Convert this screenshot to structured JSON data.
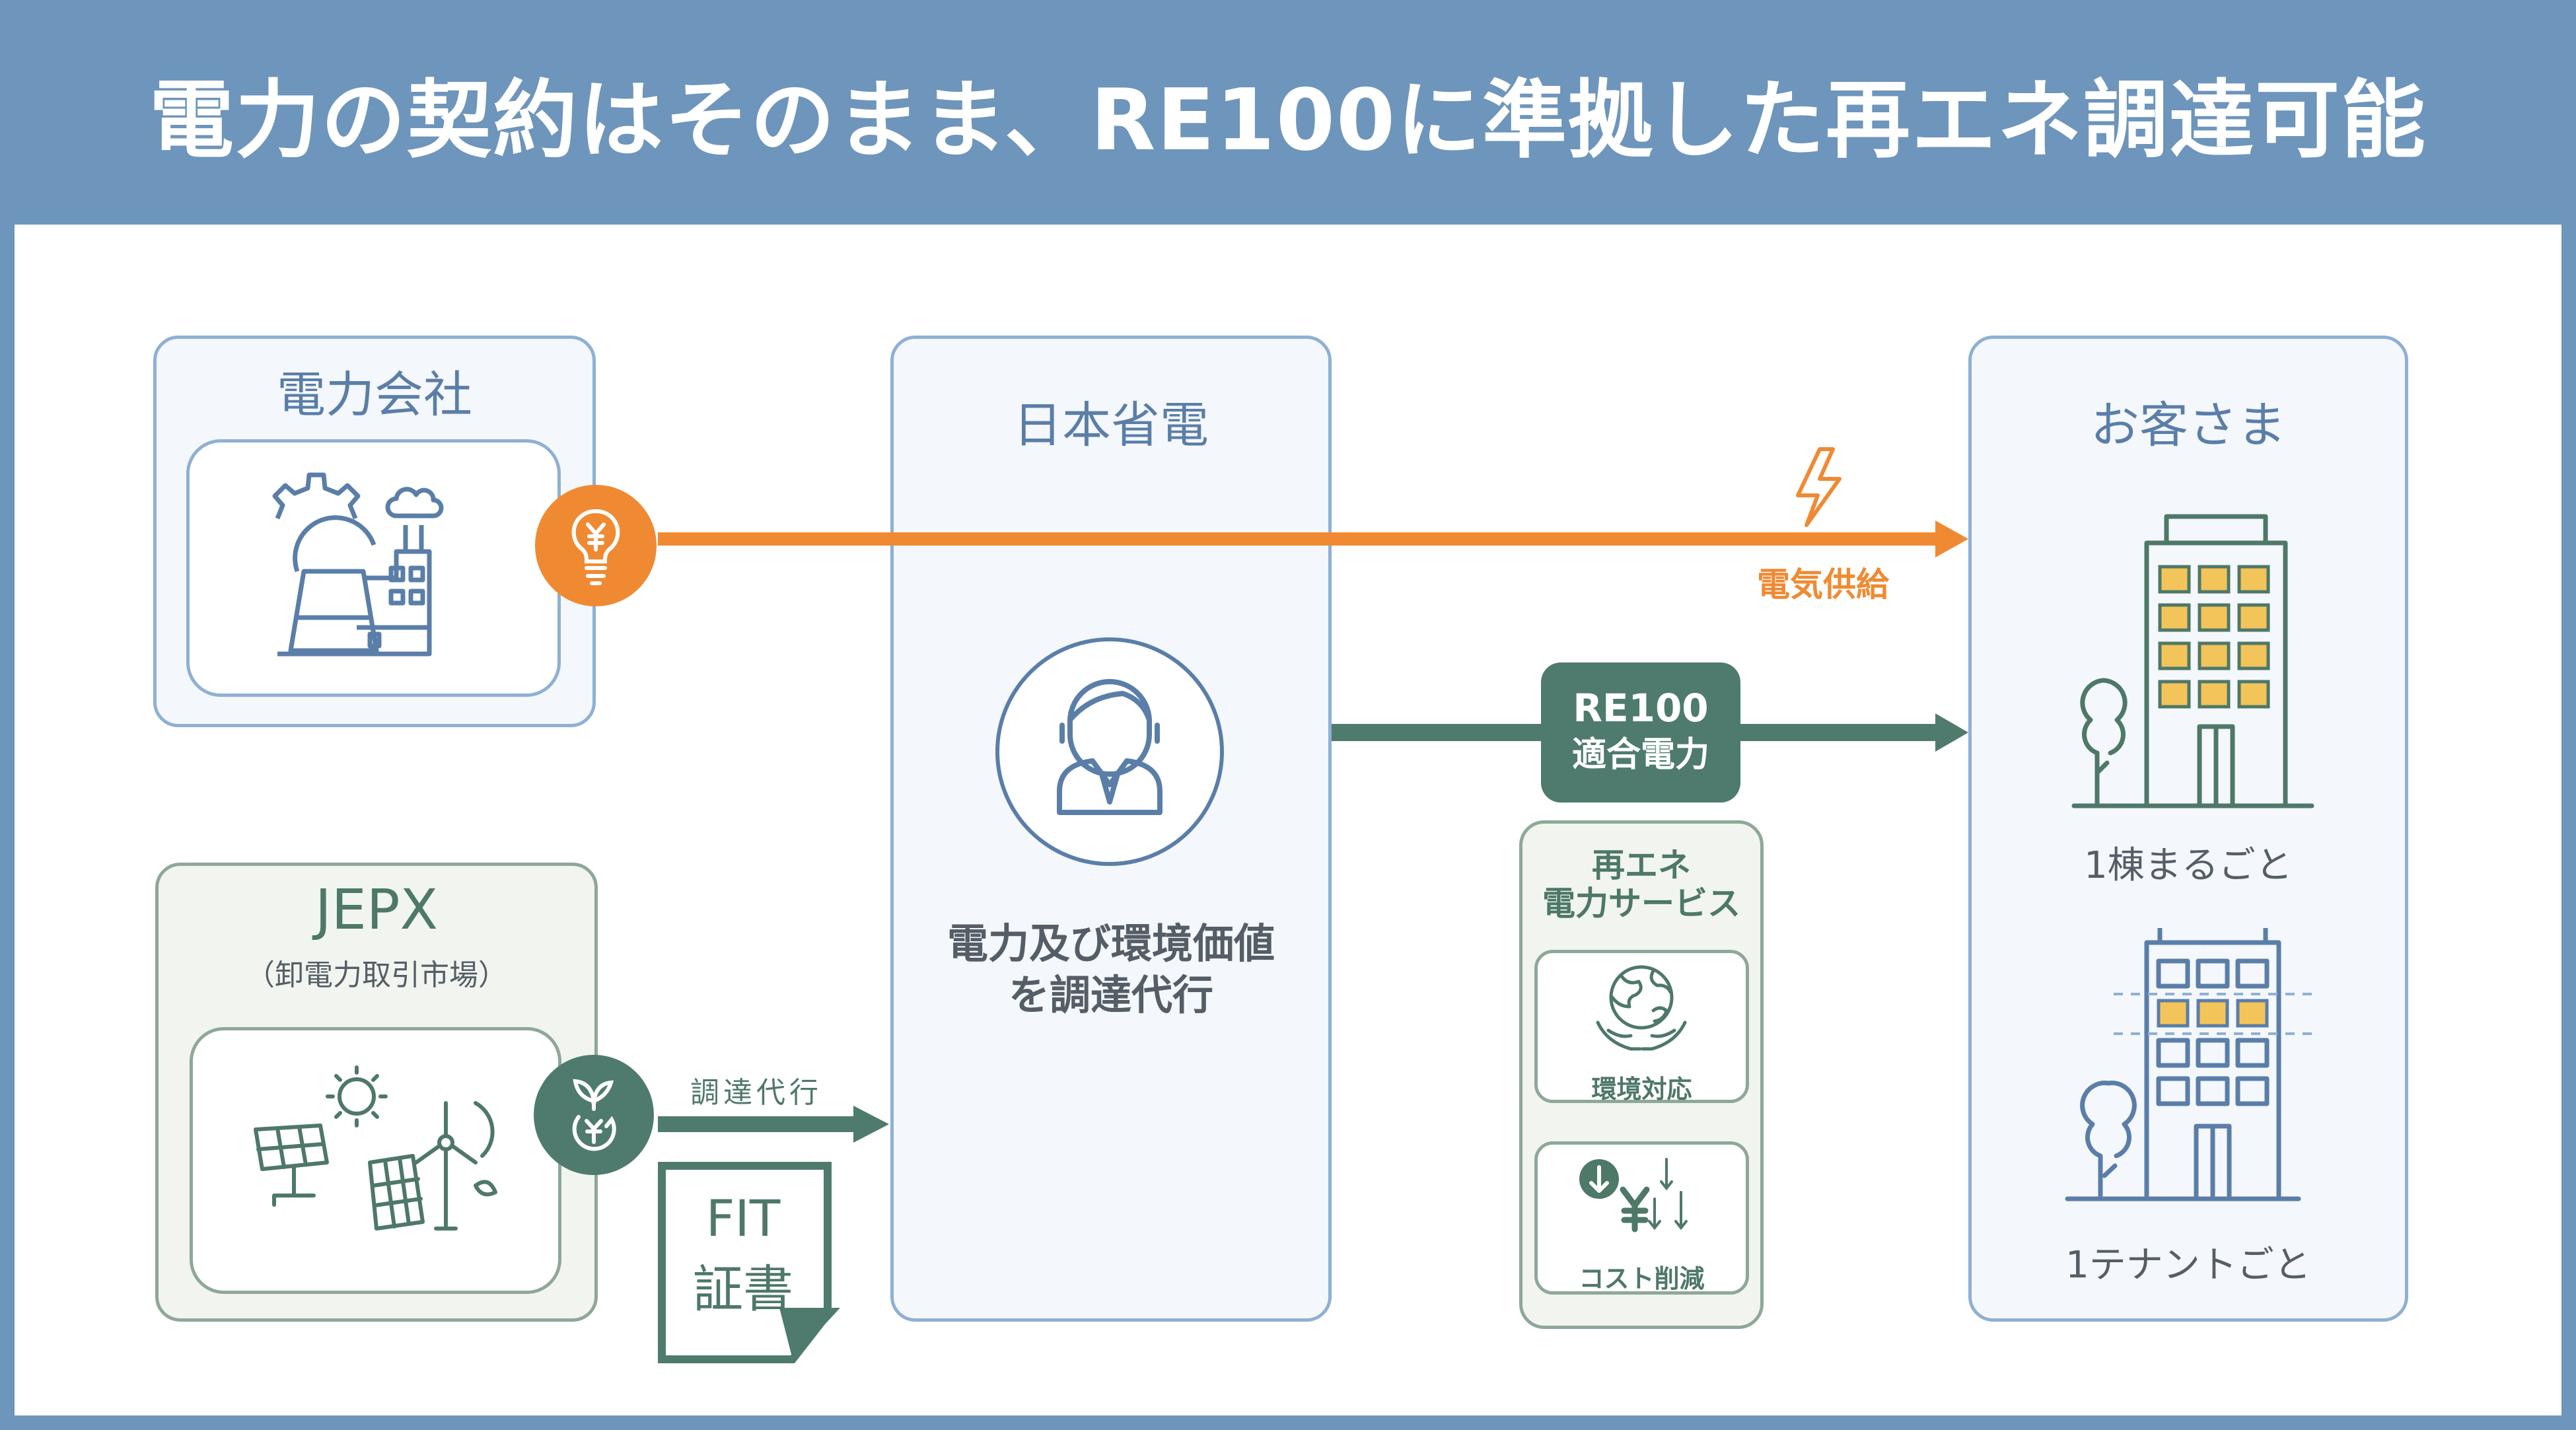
{
  "header": {
    "title": "電力の契約はそのまま、RE100に準拠した再エネ調達可能"
  },
  "power_company": {
    "title": "電力会社"
  },
  "jepx": {
    "title": "JEPX",
    "subtitle": "（卸電力取引市場）"
  },
  "nihon": {
    "title": "日本省電",
    "desc_line1": "電力及び環境価値",
    "desc_line2": "を調達代行"
  },
  "flows": {
    "supply_label": "電気供給",
    "procure_label": "調達代行",
    "re100_line1": "RE100",
    "re100_line2": "適合電力"
  },
  "fit": {
    "line1": "FIT",
    "line2": "証書"
  },
  "re_service": {
    "title_line1": "再エネ",
    "title_line2": "電力サービス",
    "env_label": "環境対応",
    "cost_label": "コスト削減"
  },
  "customer": {
    "title": "お客さま",
    "whole_building": "1棟まるごと",
    "per_tenant": "1テナントごと"
  },
  "colors": {
    "header": "#6e95bb",
    "orange": "#ef8a33",
    "green": "#4e7b6e",
    "blue_border": "#8fb0d4",
    "window_yellow": "#f2c45a"
  }
}
